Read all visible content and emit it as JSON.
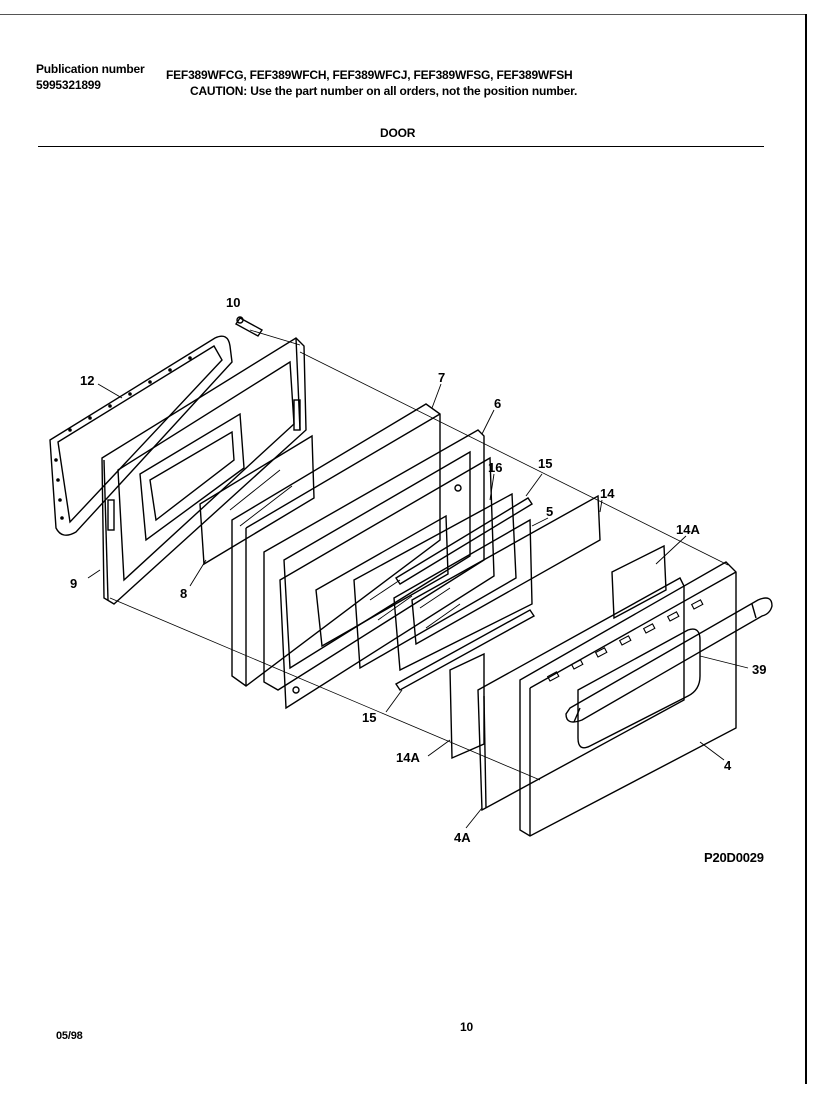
{
  "header": {
    "publication_label": "Publication number",
    "publication_number": "5995321899",
    "models": "FEF389WFCG, FEF389WFCH, FEF389WFCJ, FEF389WFSG, FEF389WFSH",
    "caution": "CAUTION:  Use the part number on all orders, not the position number.",
    "section_title": "DOOR"
  },
  "callouts": {
    "c10": "10",
    "c12": "12",
    "c9": "9",
    "c8": "8",
    "c7": "7",
    "c6": "6",
    "c16": "16",
    "c15_top": "15",
    "c14": "14",
    "c5": "5",
    "c14a_top": "14A",
    "c39": "39",
    "c15_bottom": "15",
    "c14a_bottom": "14A",
    "c4": "4",
    "c4a": "4A"
  },
  "figure_code": "P20D0029",
  "footer": {
    "date": "05/98",
    "page_number": "10"
  }
}
